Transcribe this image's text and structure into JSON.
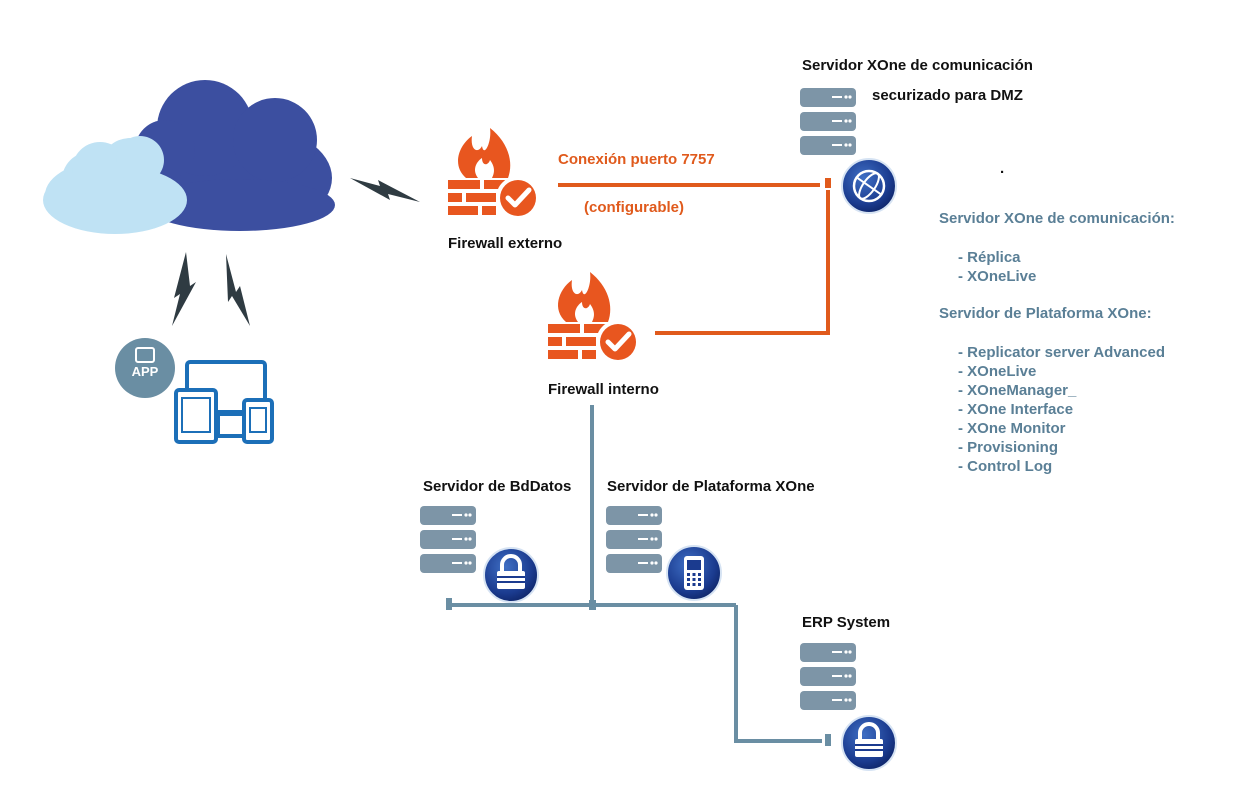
{
  "labels": {
    "xone_comm_title_line1": "Servidor XOne de comunicación",
    "xone_comm_title_line2": "securizado para DMZ",
    "dot": ".",
    "firewall_external": "Firewall externo",
    "firewall_internal": "Firewall interno",
    "connection_port": "Conexión puerto 7757",
    "configurable": "(configurable)",
    "db_server": "Servidor de BdDatos",
    "platform_server": "Servidor de Plataforma XOne",
    "erp_system": "ERP System",
    "app_badge": "APP"
  },
  "side_panel": {
    "comm_title": "Servidor  XOne de comunicación:",
    "comm_items": [
      "- Réplica",
      "- XOneLive"
    ],
    "platform_title": "Servidor de Plataforma XOne:",
    "platform_items": [
      "- Replicator server Advanced",
      "- XOneLive",
      "- XOneManager_",
      "- XOne Interface",
      "- XOne Monitor",
      "- Provisioning",
      "- Control Log"
    ]
  },
  "colors": {
    "firewall": "#e8561f",
    "connection_line": "#e05a1c",
    "network_line": "#6a8ea3",
    "server": "#7d95a7",
    "cloud_dark": "#3c4fa0",
    "cloud_light": "#bfe2f4",
    "device_blue": "#1c6fb8",
    "side_text": "#5a7f96"
  }
}
